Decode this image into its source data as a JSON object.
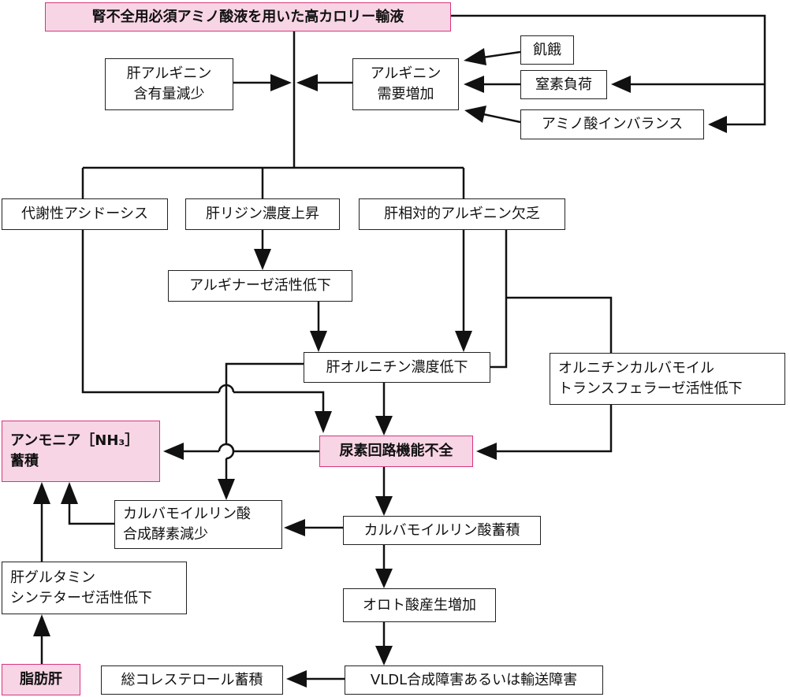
{
  "diagram": {
    "pink_fill": "#f8d5e5",
    "pink_border": "#d6357f",
    "nodes": {
      "top": [
        "腎不全用必須アミノ酸液を用いた高カロリー輸液"
      ],
      "liver_arg": [
        "肝アルギニン",
        "含有量減少"
      ],
      "arg_demand": [
        "アルギニン",
        "需要増加"
      ],
      "starvation": [
        "飢餓"
      ],
      "nitrogen_load": [
        "窒素負荷"
      ],
      "aa_imbalance": [
        "アミノ酸インバランス"
      ],
      "acidosis": [
        "代謝性アシドーシス"
      ],
      "lysine": [
        "肝リジン濃度上昇"
      ],
      "relative_arg": [
        "肝相対的アルギニン欠乏"
      ],
      "arginase": [
        "アルギナーゼ活性低下"
      ],
      "ornithine": [
        "肝オルニチン濃度低下"
      ],
      "octc": [
        "オルニチンカルバモイル",
        "トランスフェラーゼ活性低下"
      ],
      "ammonia": [
        "アンモニア［NH₃］",
        "蓄積"
      ],
      "urea_cycle": [
        "尿素回路機能不全"
      ],
      "cps": [
        "カルバモイルリン酸",
        "合成酵素減少"
      ],
      "carbamoyl": [
        "カルバモイルリン酸蓄積"
      ],
      "glutamine": [
        "肝グルタミン",
        "シンテターゼ活性低下"
      ],
      "orotic": [
        "オロト酸産生増加"
      ],
      "fatty_liver": [
        "脂肪肝"
      ],
      "cholesterol": [
        "総コレステロール蓄積"
      ],
      "vldl": [
        "VLDL合成障害あるいは輸送障害"
      ]
    }
  }
}
